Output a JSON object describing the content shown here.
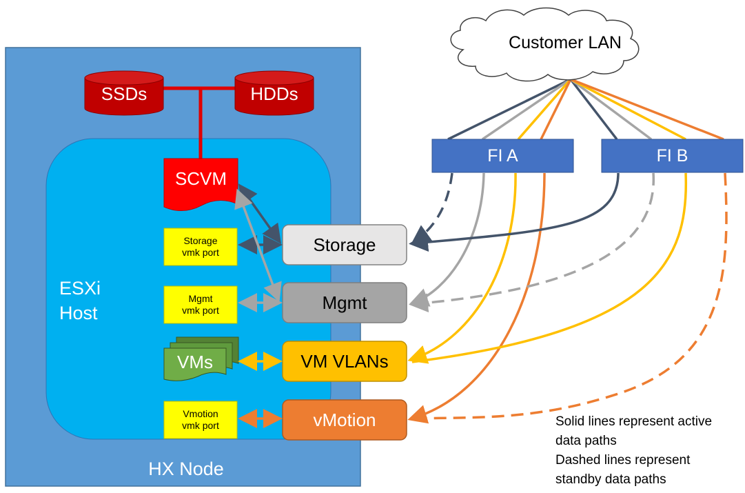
{
  "colors": {
    "node_blue": "#5b9bd5",
    "host_blue": "#00b0f0",
    "disk_red": "#c00000",
    "scvm_red": "#ff0000",
    "fi_blue": "#4472c4",
    "storage_gray": "#d9d9d9",
    "mgmt_gray": "#a5a5a5",
    "vlan_orange": "#ffc000",
    "vmotion_orange": "#ed7d31",
    "vmk_yellow": "#ffff00",
    "vms_green": "#70ad47",
    "dark_line": "#44546a"
  },
  "cloud": {
    "label": "Customer LAN",
    "icon": "cloud-icon"
  },
  "hx_node": {
    "label": "HX Node"
  },
  "esxi_host": {
    "line1": "ESXi",
    "line2": "Host"
  },
  "disks": {
    "ssd": "SSDs",
    "hdd": "HDDs",
    "icon": "cylinder-icon"
  },
  "scvm": {
    "label": "SCVM"
  },
  "vmk_ports": {
    "storage": {
      "line1": "Storage",
      "line2": "vmk port"
    },
    "mgmt": {
      "line1": "Mgmt",
      "line2": "vmk port"
    },
    "vmotion": {
      "line1": "Vmotion",
      "line2": "vmk port"
    }
  },
  "vms": {
    "label": "VMs"
  },
  "networks": {
    "storage": "Storage",
    "mgmt": "Mgmt",
    "vm_vlans": "VM VLANs",
    "vmotion": "vMotion"
  },
  "fabric": {
    "fi_a": "FI A",
    "fi_b": "FI B"
  },
  "legend": {
    "solid_line1": "Solid lines represent active",
    "solid_line2": "data paths",
    "dashed_line1": "Dashed lines represent",
    "dashed_line2": "standby data paths"
  }
}
